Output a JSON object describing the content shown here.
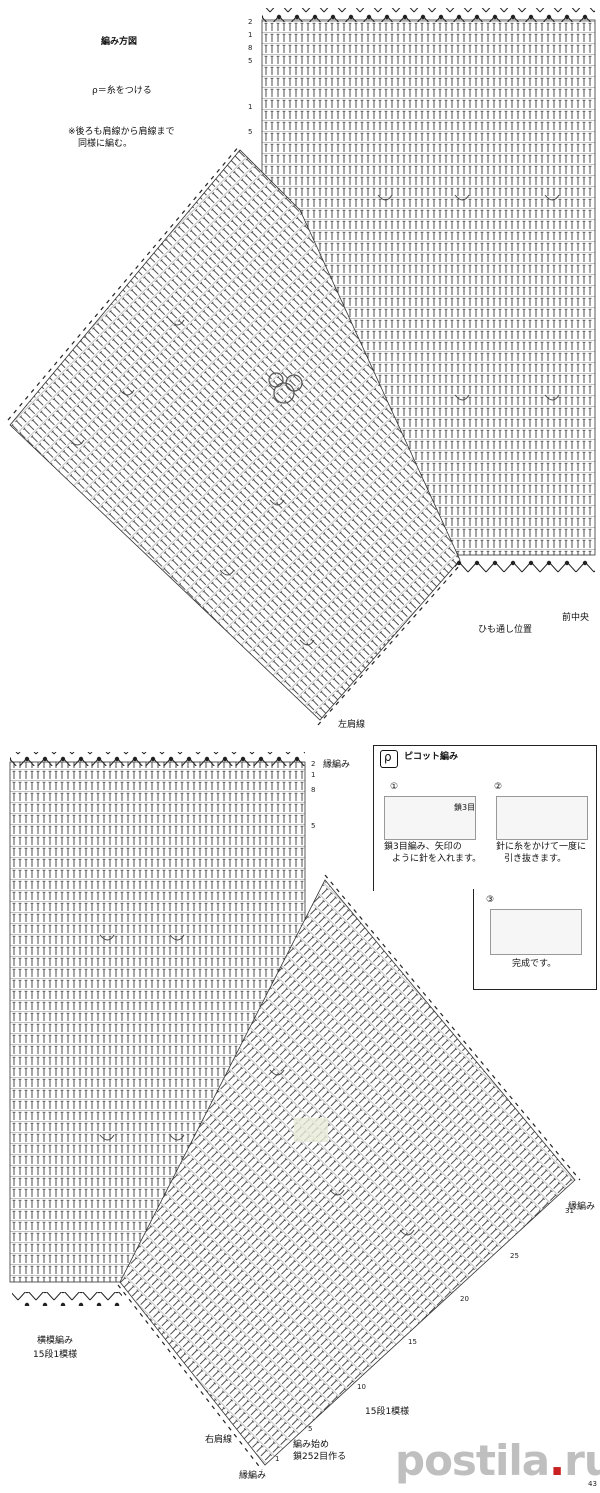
{
  "top": {
    "direction_title": "編み方図",
    "picot_note": "ρ＝糸をつける",
    "note_line1": "※後ろも肩線から肩線まで",
    "note_line2": "同様に編む。",
    "label_left_shoulder": "左肩線",
    "label_drawstring": "ひも通し位置",
    "label_center_front": "前中央",
    "row_numbers": [
      "2",
      "1",
      "8",
      "5",
      "1",
      "5"
    ]
  },
  "bottom": {
    "label_edge_top": "縁編み",
    "label_edge_right": "縁編み",
    "label_side_a1": "横模編み",
    "label_side_a2": "15段1模様",
    "label_side_b": "15段1模様",
    "label_right_shoulder": "右肩線",
    "label_start1": "編み始め",
    "label_start2": "鎖252目作る",
    "label_edge_bottom": "縁編み",
    "row_numbers_top": [
      "2",
      "1",
      "8",
      "5"
    ],
    "diag_numbers": [
      "31",
      "25",
      "20",
      "15",
      "10",
      "5",
      "1"
    ],
    "page_number": "43"
  },
  "picot_panel": {
    "title": "ピコット編み",
    "symbol": "ρ",
    "step1_num": "①",
    "step1_label": "鎖3目",
    "step1_line1": "鎖3目編み、矢印の",
    "step1_line2": "ように針を入れます。",
    "step2_num": "②",
    "step2_line1": "針に糸をかけて一度に",
    "step2_line2": "引き抜きます。",
    "step3_num": "③",
    "step3_line1": "完成です。"
  },
  "watermark": {
    "part1": "postila",
    "dot": ".",
    "part2": "ru"
  }
}
